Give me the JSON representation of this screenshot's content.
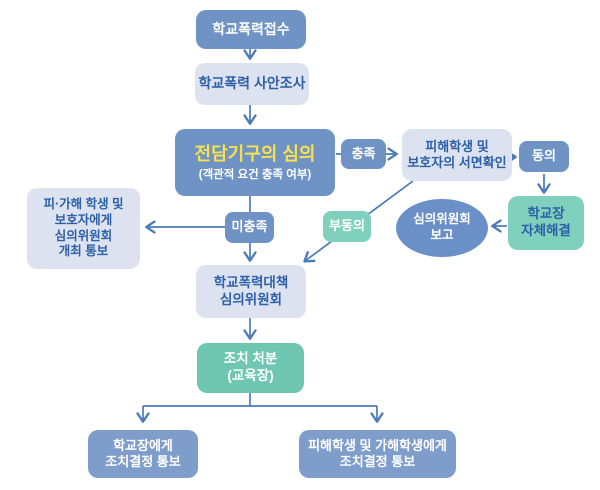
{
  "diagram": {
    "title_hint": "school-violence-handling-flowchart",
    "nodes": {
      "intake": "학교폭력접수",
      "investigation": "학교폭력 사안조사",
      "review_title": "전담기구의 심의",
      "review_subtitle": "(객관적 요건 충족 여부)",
      "satisfied": "충족",
      "written_confirmation": "피해학생 및\n보호자의 서면확인",
      "consent": "동의",
      "self_resolution": "학교장\n자체해결",
      "committee_report": "심의위원회\n보고",
      "dissent": "부동의",
      "not_satisfied": "미충족",
      "hearing_notice": "피·가해 학생 및\n보호자에게\n심의위원회\n개최 통보",
      "deliberation_committee": "학교폭력대책\n심의위원회",
      "disposition": "조치 처분\n(교육장)",
      "notify_principal": "학교장에게\n조치결정 통보",
      "notify_students": "피해학생 및 가해학생에게\n조치결정 통보"
    },
    "colors": {
      "blue_box": "#6e93c4",
      "light_blue_box": "#7e9dcb",
      "lavender_box": "#dce2f0",
      "mint_box": "#7fd0bc",
      "teal_box": "#6fc6b1",
      "ellipse_blue": "#6b90c8",
      "blue_text": "#2d60a8",
      "yellow_text": "#f9e14d",
      "connector_line": "#4b7ab8"
    }
  }
}
